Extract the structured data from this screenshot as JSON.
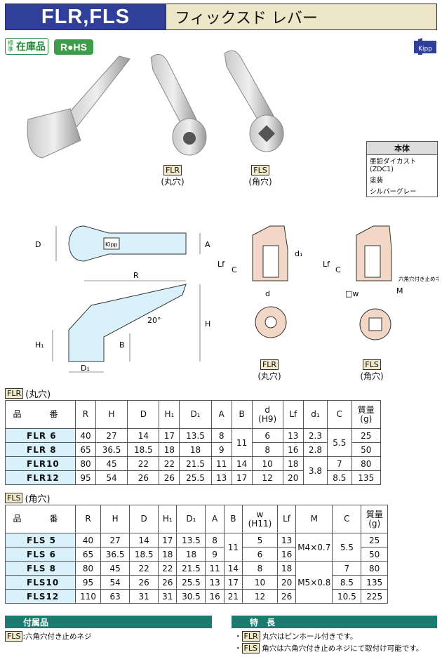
{
  "title": {
    "code": "FLR,FLS",
    "name": "フィックスド レバー"
  },
  "badges": {
    "stock_small": "標準",
    "stock": "在庫品",
    "rohs": "R●HS"
  },
  "material": {
    "header": "本体",
    "lines": [
      "亜鉛ダイカスト(ZDC1)",
      "塗装",
      "シルバーグレー"
    ]
  },
  "captions": {
    "flr": "FLR",
    "flr_sub": "(丸穴)",
    "fls": "FLS",
    "fls_sub": "(角穴)"
  },
  "labels": {
    "D": "D",
    "A": "A",
    "R": "R",
    "H": "H",
    "H1": "H₁",
    "B": "B",
    "D1": "D₁",
    "angle": "20°",
    "Lf": "Lf",
    "C": "C",
    "d": "d",
    "d1": "d₁",
    "w": "□w",
    "M": "M",
    "screw": "六角穴付き止めネジ",
    "kipp": "Kipp"
  },
  "flr_section": {
    "tag": "FLR",
    "sub": "(丸穴)"
  },
  "fls_section": {
    "tag": "FLS",
    "sub": "(角穴)"
  },
  "flr_table": {
    "headers": [
      "品　番",
      "R",
      "H",
      "D",
      "H₁",
      "D₁",
      "A",
      "B",
      "d\n(H9)",
      "Lf",
      "d₁",
      "C",
      "質量\n(g)"
    ],
    "rows": [
      [
        "FLR 6",
        "40",
        "27",
        "14",
        "17",
        "13.5",
        "8",
        "",
        "6",
        "13",
        "2.3",
        "",
        "25"
      ],
      [
        "FLR 8",
        "65",
        "36.5",
        "18.5",
        "18",
        "18",
        "9",
        "",
        "8",
        "16",
        "2.8",
        "",
        "50"
      ],
      [
        "FLR10",
        "80",
        "45",
        "22",
        "22",
        "21.5",
        "11",
        "14",
        "10",
        "18",
        "",
        "7",
        "80"
      ],
      [
        "FLR12",
        "95",
        "54",
        "26",
        "26",
        "25.5",
        "13",
        "17",
        "12",
        "20",
        "",
        "8.5",
        "135"
      ]
    ],
    "merged": {
      "B_6_8": "11",
      "C_6_8": "5.5",
      "d1_10_12": "3.8"
    }
  },
  "fls_table": {
    "headers": [
      "品　番",
      "R",
      "H",
      "D",
      "H₁",
      "D₁",
      "A",
      "B",
      "w\n(H11)",
      "Lf",
      "M",
      "C",
      "質量\n(g)"
    ],
    "rows": [
      [
        "FLS 5",
        "40",
        "27",
        "14",
        "17",
        "13.5",
        "8",
        "",
        "5",
        "13",
        "",
        "",
        "25"
      ],
      [
        "FLS 6",
        "65",
        "36.5",
        "18.5",
        "18",
        "18",
        "9",
        "",
        "6",
        "16",
        "",
        "",
        "50"
      ],
      [
        "FLS 8",
        "80",
        "45",
        "22",
        "22",
        "21.5",
        "11",
        "14",
        "8",
        "18",
        "",
        "7",
        "80"
      ],
      [
        "FLS10",
        "95",
        "54",
        "26",
        "26",
        "25.5",
        "13",
        "17",
        "10",
        "20",
        "",
        "8.5",
        "135"
      ],
      [
        "FLS12",
        "110",
        "63",
        "31",
        "31",
        "30.5",
        "16",
        "21",
        "12",
        "26",
        "",
        "10.5",
        "225"
      ]
    ],
    "merged": {
      "B_5_6": "11",
      "M_5_6": "M4×0.7",
      "C_5_6": "5.5",
      "M_8_12": "M5×0.8"
    }
  },
  "accessories": {
    "header": "付属品",
    "tag": "FLS",
    "text": ":六角穴付き止めネジ"
  },
  "features": {
    "header": "特　長",
    "items": [
      {
        "tag": "FLR",
        "text": "丸穴はピンホール付きです。"
      },
      {
        "tag": "FLS",
        "text": "角穴は六角穴付き止めネジにて取付け可能です。"
      }
    ]
  }
}
